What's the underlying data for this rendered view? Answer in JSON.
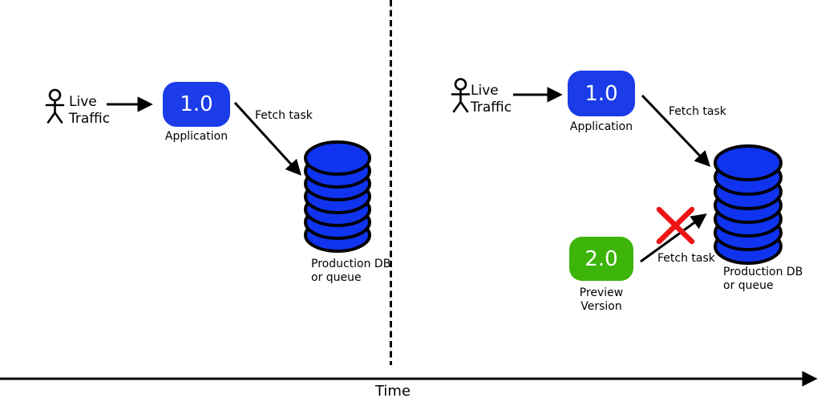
{
  "colors": {
    "app_blue": "#1b3ce8",
    "db_blue": "#0f33ee",
    "preview_green": "#3cb40a",
    "cross_red": "#ee1414",
    "line_black": "#000000"
  },
  "left_panel": {
    "actor_label": "Live\nTraffic",
    "app_version": "1.0",
    "app_caption": "Application",
    "fetch_task_label": "Fetch task",
    "db_caption": "Production DB\nor queue"
  },
  "right_panel": {
    "actor_label": "Live\nTraffic",
    "app_version": "1.0",
    "app_caption": "Application",
    "fetch_task_app_label": "Fetch task",
    "preview_version": "2.0",
    "preview_caption": "Preview Version",
    "fetch_task_preview_label": "Fetch task",
    "db_caption": "Production DB\nor queue"
  },
  "timeline": {
    "axis_label": "Time"
  }
}
